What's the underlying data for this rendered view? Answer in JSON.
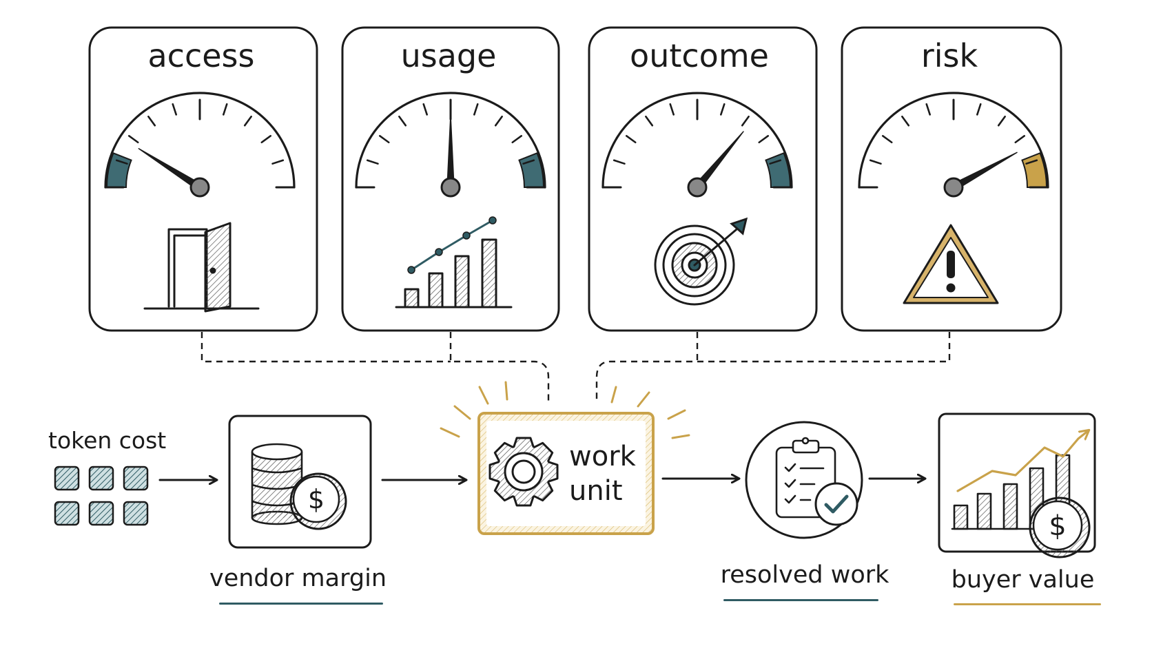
{
  "colors": {
    "ink": "#1b1b1b",
    "teal": "#2f5b63",
    "teal_fill": "#3f6b73",
    "gold": "#c9a24a"
  },
  "cards": [
    {
      "title": "access",
      "icon": "door-icon",
      "accent": "teal",
      "needle_level": 0.18
    },
    {
      "title": "usage",
      "icon": "bar-chart-icon",
      "accent": "teal",
      "needle_level": 0.5
    },
    {
      "title": "outcome",
      "icon": "target-icon",
      "accent": "teal",
      "needle_level": 0.72
    },
    {
      "title": "risk",
      "icon": "warning-icon",
      "accent": "gold",
      "needle_level": 0.84
    }
  ],
  "flow": {
    "token_cost": "token cost",
    "vendor_margin": "vendor margin",
    "work_unit_line1": "work",
    "work_unit_line2": "unit",
    "resolved_work": "resolved work",
    "buyer_value": "buyer value",
    "coin_symbol": "$"
  }
}
